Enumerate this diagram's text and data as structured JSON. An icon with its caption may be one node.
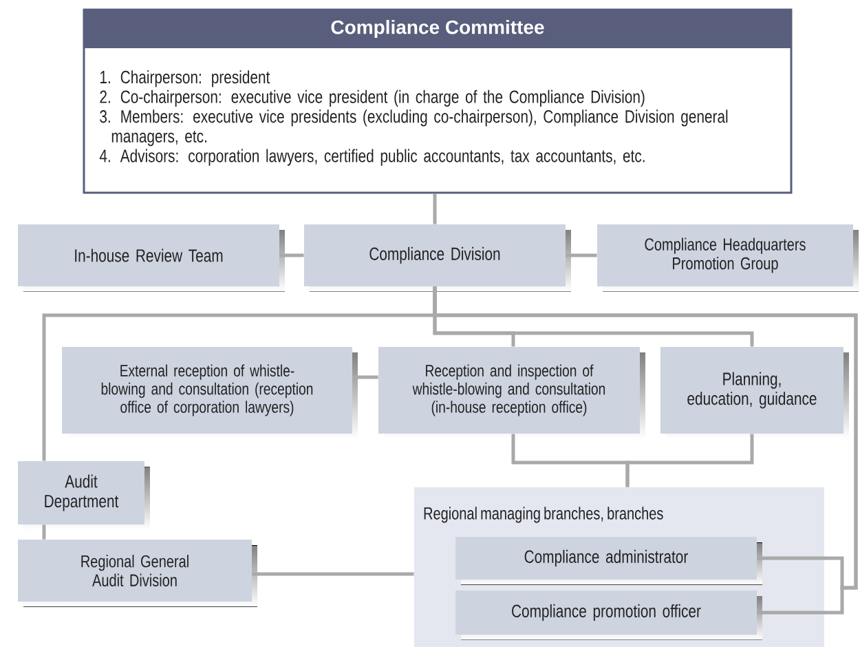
{
  "diagram": {
    "nodes": [
      {
        "text": [
          "Compliance Committee",
          "1. Chairperson: president",
          "2. Co-chairperson: executive vice president (in charge of the Compliance Division)",
          "3. Members: executive vice presidents (excluding co-chairperson), Compliance Division general managers, etc.",
          "4. Advisors: corporation lawyers, certified public accountants, tax accountants, etc."
        ]
      },
      {
        "text": [
          "In-house Review Team"
        ]
      },
      {
        "text": [
          "Compliance Division"
        ]
      },
      {
        "text": [
          "Compliance Headquarters Promotion Group"
        ]
      },
      {
        "text": [
          "External reception of whistle-blowing and consultation (reception office of corporation lawyers)"
        ]
      },
      {
        "text": [
          "Reception and inspection of whistle-blowing and consultation (in-house reception office)"
        ]
      },
      {
        "text": [
          "Planning, education, guidance"
        ]
      },
      {
        "text": [
          "Audit Department"
        ]
      },
      {
        "text": [
          "Regional General Audit Division"
        ]
      },
      {
        "text": [
          "Regional managing branches, branches"
        ]
      },
      {
        "text": [
          "Compliance administrator"
        ],
        "in": 9
      },
      {
        "text": [
          "Compliance promotion officer"
        ],
        "in": 9
      }
    ],
    "edges": [
      {
        "from": 0,
        "to": 2,
        "arrow": "none"
      },
      {
        "from": 1,
        "to": 2,
        "arrow": "none"
      },
      {
        "from": 2,
        "to": 3,
        "arrow": "none"
      },
      {
        "from": 2,
        "to": 7,
        "arrow": "none"
      },
      {
        "from": 2,
        "to": 5,
        "arrow": "none"
      },
      {
        "from": 2,
        "to": 6,
        "arrow": "none"
      },
      {
        "from": 2,
        "to": 10,
        "arrow": "none"
      },
      {
        "from": 2,
        "to": 11,
        "arrow": "none"
      },
      {
        "from": 4,
        "to": 5,
        "arrow": "none"
      },
      {
        "from": 5,
        "to": 9,
        "arrow": "none"
      },
      {
        "from": 6,
        "to": 9,
        "arrow": "none"
      },
      {
        "from": 7,
        "to": 8,
        "arrow": "none"
      },
      {
        "from": 8,
        "to": 9,
        "arrow": "none"
      }
    ]
  }
}
